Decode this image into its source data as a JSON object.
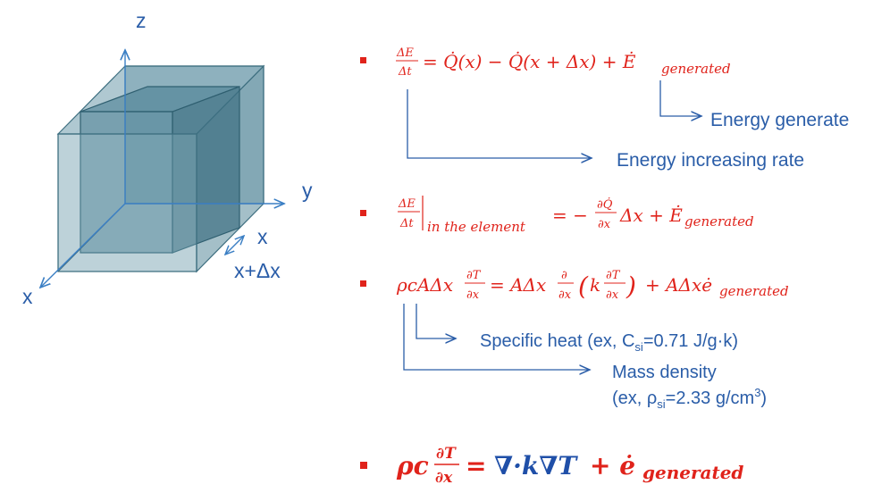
{
  "cube": {
    "axis_z": "z",
    "axis_y": "y",
    "axis_x": "x",
    "face_x": "x",
    "face_xdx": "x+Δx"
  },
  "eq1": {
    "frac_num": "ΔE",
    "frac_den": "Δt",
    "rhs": "= Q̇(x) − Q̇(x + Δx) + Ė",
    "sub": "generated"
  },
  "ann1": {
    "energy_generate": "Energy generate",
    "energy_increasing": "Energy increasing rate"
  },
  "eq2": {
    "frac_num": "ΔE",
    "frac_den": "Δt",
    "eval_sub": "in the element",
    "eq_minus": "= −",
    "dq_num": "∂Q̇",
    "dq_den": "∂x",
    "mid": "Δx + Ė",
    "sub": "generated"
  },
  "eq3": {
    "lhs": "ρcAΔx",
    "dt_num": "∂T",
    "dt_den": "∂x",
    "eq_mid": "= AΔx",
    "d_num": "∂",
    "d_den": "∂x",
    "paren_open": "(",
    "k": "k",
    "paren_close": ")",
    "tail": "+ AΔxė",
    "sub": "generated"
  },
  "ann3": {
    "specific_heat": "Specific heat (ex, C",
    "specific_heat_sub": "si",
    "specific_heat_val": "=0.71 J/g·k)",
    "mass_density": "Mass density",
    "density_ex": "(ex, ρ",
    "density_sub": "si",
    "density_val": "=2.33 g/cm",
    "density_sup": "3",
    "density_close": ")"
  },
  "eq4": {
    "lhs": "ρc",
    "dt_num": "∂T",
    "dt_den": "∂x",
    "eq": "=",
    "nabla_k": "∇·k∇T",
    "plus_e": "+ ė",
    "sub": "generated"
  },
  "colors": {
    "red": "#e0231b",
    "blue": "#2a5da8",
    "cube_fill": "#4a7f93"
  }
}
